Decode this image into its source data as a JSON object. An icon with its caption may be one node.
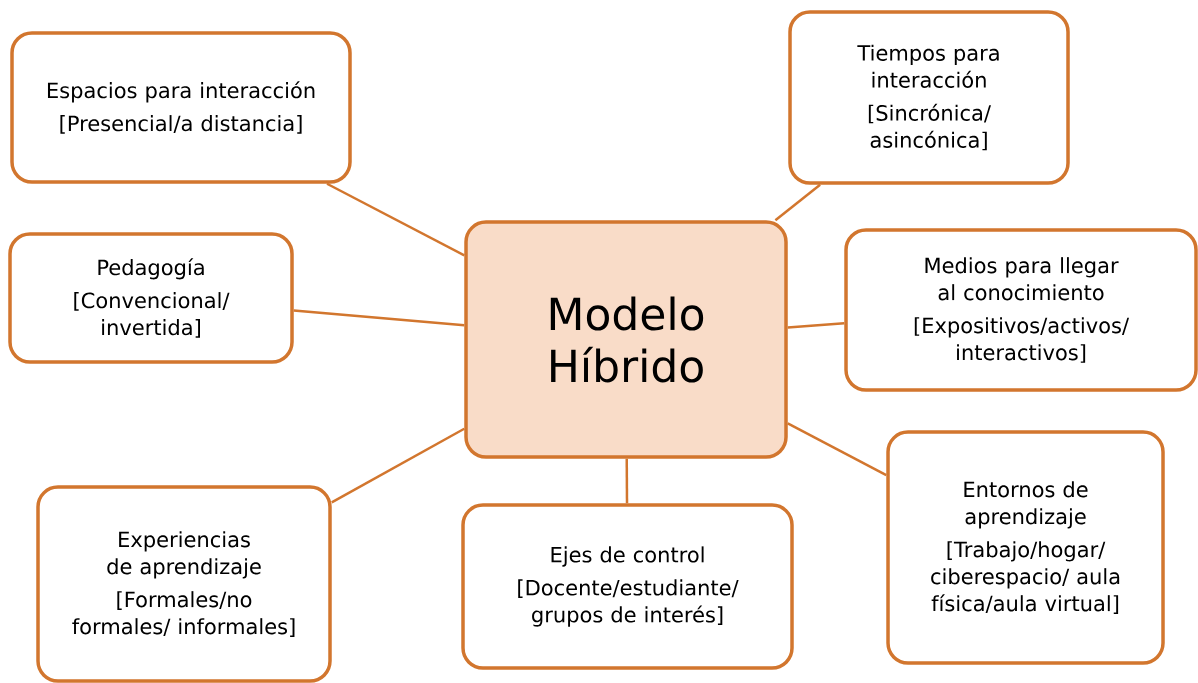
{
  "diagram": {
    "nodes": [
      {
        "text": [
          "Modelo Híbrido"
        ]
      },
      {
        "text": [
          "Espacios para interacción",
          "[Presencial/a distancia]"
        ]
      },
      {
        "text": [
          "Tiempos para interacción",
          "[Sincrónica/ asincónica]"
        ]
      },
      {
        "text": [
          "Pedagogía",
          "[Convencional/ invertida]"
        ]
      },
      {
        "text": [
          "Medios para llegar al conocimiento",
          "[Expositivos/activos/ interactivos]"
        ]
      },
      {
        "text": [
          "Experiencias de aprendizaje",
          "[Formales/no formales/ informales]"
        ]
      },
      {
        "text": [
          "Ejes de control",
          "[Docente/estudiante/ grupos de interés]"
        ]
      },
      {
        "text": [
          "Entornos de aprendizaje",
          "[Trabajo/hogar/ ciberespacio/ aula física/aula virtual]"
        ]
      }
    ],
    "edges": [
      {
        "from": 0,
        "to": 1,
        "arrow": "none"
      },
      {
        "from": 0,
        "to": 2,
        "arrow": "none"
      },
      {
        "from": 0,
        "to": 3,
        "arrow": "none"
      },
      {
        "from": 0,
        "to": 4,
        "arrow": "none"
      },
      {
        "from": 0,
        "to": 5,
        "arrow": "none"
      },
      {
        "from": 0,
        "to": 6,
        "arrow": "none"
      },
      {
        "from": 0,
        "to": 7,
        "arrow": "none"
      }
    ]
  }
}
